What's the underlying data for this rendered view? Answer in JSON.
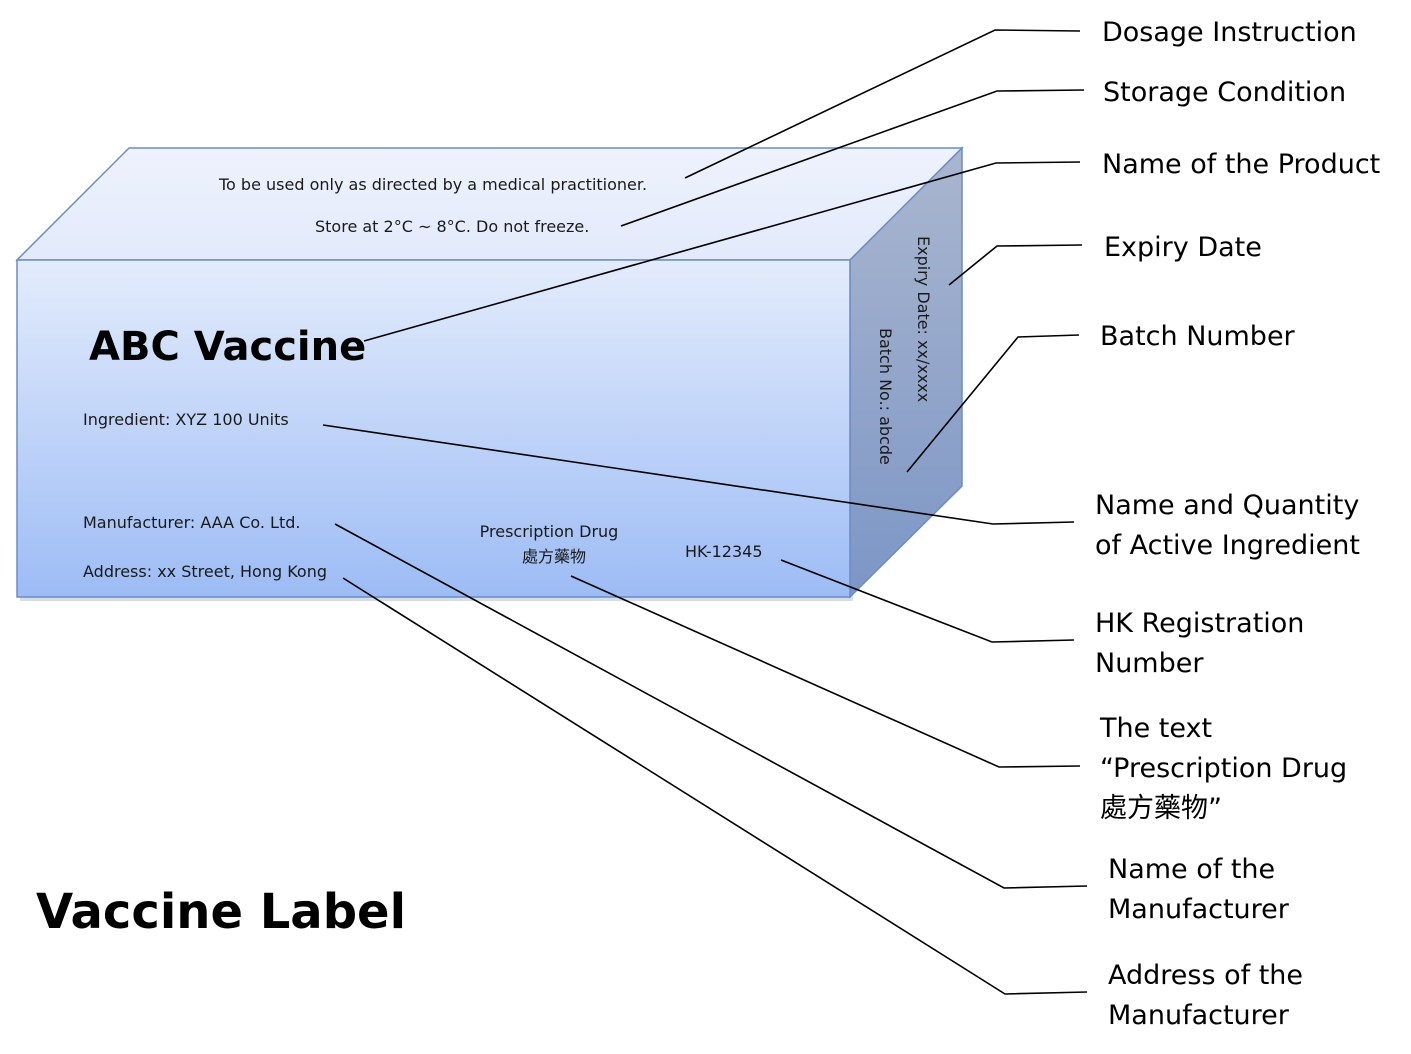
{
  "title": "Vaccine Label",
  "box": {
    "dosage_text": "To be used only as directed by a medical practitioner.",
    "storage_text": "Store at 2°C ~ 8°C.  Do not freeze.",
    "product_name": "ABC Vaccine",
    "ingredient_text": "Ingredient: XYZ  100 Units",
    "manufacturer_text": "Manufacturer: AAA Co. Ltd.",
    "address_text": "Address: xx Street, Hong Kong",
    "prescription_en": "Prescription Drug",
    "prescription_zh": "處方藥物",
    "registration_number": "HK-12345",
    "expiry_text": "Expiry Date: xx/xxxx",
    "batch_text": "Batch No.: abcde",
    "colors": {
      "front_top": "#e3ecfc",
      "front_bottom": "#9dbcf5",
      "top_face": "#e8eefc",
      "side_face": "#8da3c8",
      "edge": "#6c8cc4"
    }
  },
  "callouts": [
    {
      "id": "dosage",
      "lines": [
        "Dosage Instruction"
      ]
    },
    {
      "id": "storage",
      "lines": [
        "Storage Condition"
      ]
    },
    {
      "id": "product",
      "lines": [
        "Name of the Product"
      ]
    },
    {
      "id": "expiry",
      "lines": [
        "Expiry Date"
      ]
    },
    {
      "id": "batch",
      "lines": [
        "Batch Number"
      ]
    },
    {
      "id": "ingredient",
      "lines": [
        "Name and Quantity",
        "of Active Ingredient"
      ]
    },
    {
      "id": "registration",
      "lines": [
        "HK Registration",
        "Number"
      ]
    },
    {
      "id": "prescription",
      "lines": [
        "The text",
        "“Prescription Drug",
        "處方藥物”"
      ]
    },
    {
      "id": "manufacturer",
      "lines": [
        "Name of the",
        "Manufacturer"
      ]
    },
    {
      "id": "address",
      "lines": [
        "Address of the",
        "Manufacturer"
      ]
    }
  ]
}
